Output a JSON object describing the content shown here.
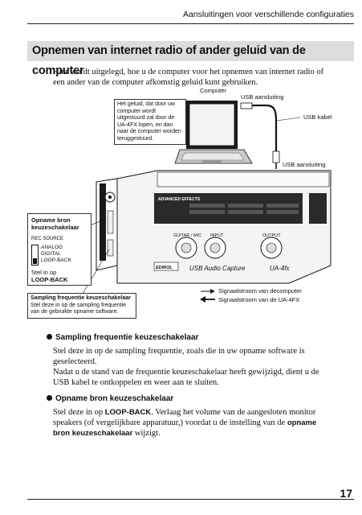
{
  "header": {
    "section": "Aansluitingen voor verschillende configuraties"
  },
  "title": "Opnemen van internet radio of ander geluid van de computer",
  "intro": "Hier wordt uitgelegd, hoe u de computer voor het opnemen van internet radio of een ander van de computer afkomstig geluid kunt gebruiken.",
  "diagram": {
    "computer": "Computer",
    "usb_port": "USB aansluiting",
    "usb_cable": "USB kabel",
    "usb_port2": "USB aansluiting",
    "pc_note": "Het geluid, dat door uw computer wordt uitgestuurd zal door de UA-4FX lopen, en dan naar de computer worden teruggestuurd.",
    "rec_title": "Opname bron keuzeschakelaar",
    "rec_source": "REC SOURCE",
    "rec_opt1": "ANALOG",
    "rec_opt2": "DIGITAL",
    "rec_opt3": "LOOP-BACK",
    "set_to_1": "Stel in op",
    "set_to_2": "LOOP-BACK",
    "fs_title": "Sampling frequentie keuzeschakelaar",
    "fs_body": "Stel deze in op de sampling frequentie van de gebruikte opname software.",
    "legend1": "Signaalstroom van decomputer",
    "legend2": "Signaalstroom van de UA-4FX",
    "device_brand": "EDIROL",
    "device_name": "USB Audio Capture",
    "device_model": "UA-4fx",
    "device_effects": "ADVANCED EFFECTS",
    "device_guitar": "GUITAR / MIC",
    "device_input": "INPUT",
    "device_output": "OUTPUT"
  },
  "sections": [
    {
      "heading": "Sampling frequentie keuzeschakelaar",
      "p1": "Stel deze in op de sampling frequentie, zoals die in uw opname software is geselecteerd.",
      "p2": "Nadat u de stand van de frequentie keuzeschakelaar heeft gewijzigd, dient u de USB kabel te ontkoppelen en weer aan te sluiten."
    },
    {
      "heading": "Opname bron keuzeschakelaar",
      "p1a": "Stel deze in op",
      "p1b": "LOOP-BACK",
      "p1c": ". Verlaag het volume van de aangesloten monitor speakers (of vergelijkbare apparatuur,) voordat u de instelling van de",
      "p1d": "opname bron keuzeschakelaar",
      "p1e": "wijzigt."
    }
  ],
  "page_number": "17"
}
